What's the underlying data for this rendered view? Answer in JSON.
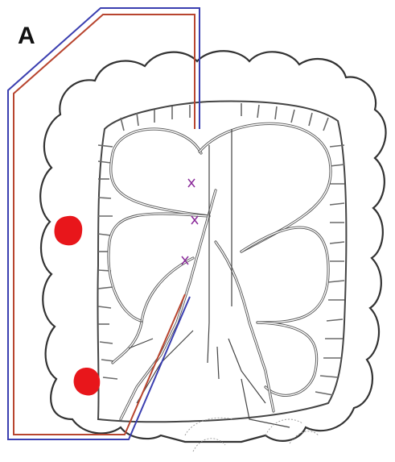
{
  "figure": {
    "panel_label": "A"
  },
  "colors": {
    "tumor_marker": "#e8161b",
    "wire_blue": "#3b3fb0",
    "wire_red": "#b8452f",
    "outline": "#333333",
    "vessel": "#555555"
  },
  "markers": [
    {
      "name": "lesion-marker",
      "shape": "circle"
    },
    {
      "name": "lesion-marker",
      "shape": "circle"
    }
  ],
  "icons": {
    "clip": "clip-icon"
  }
}
